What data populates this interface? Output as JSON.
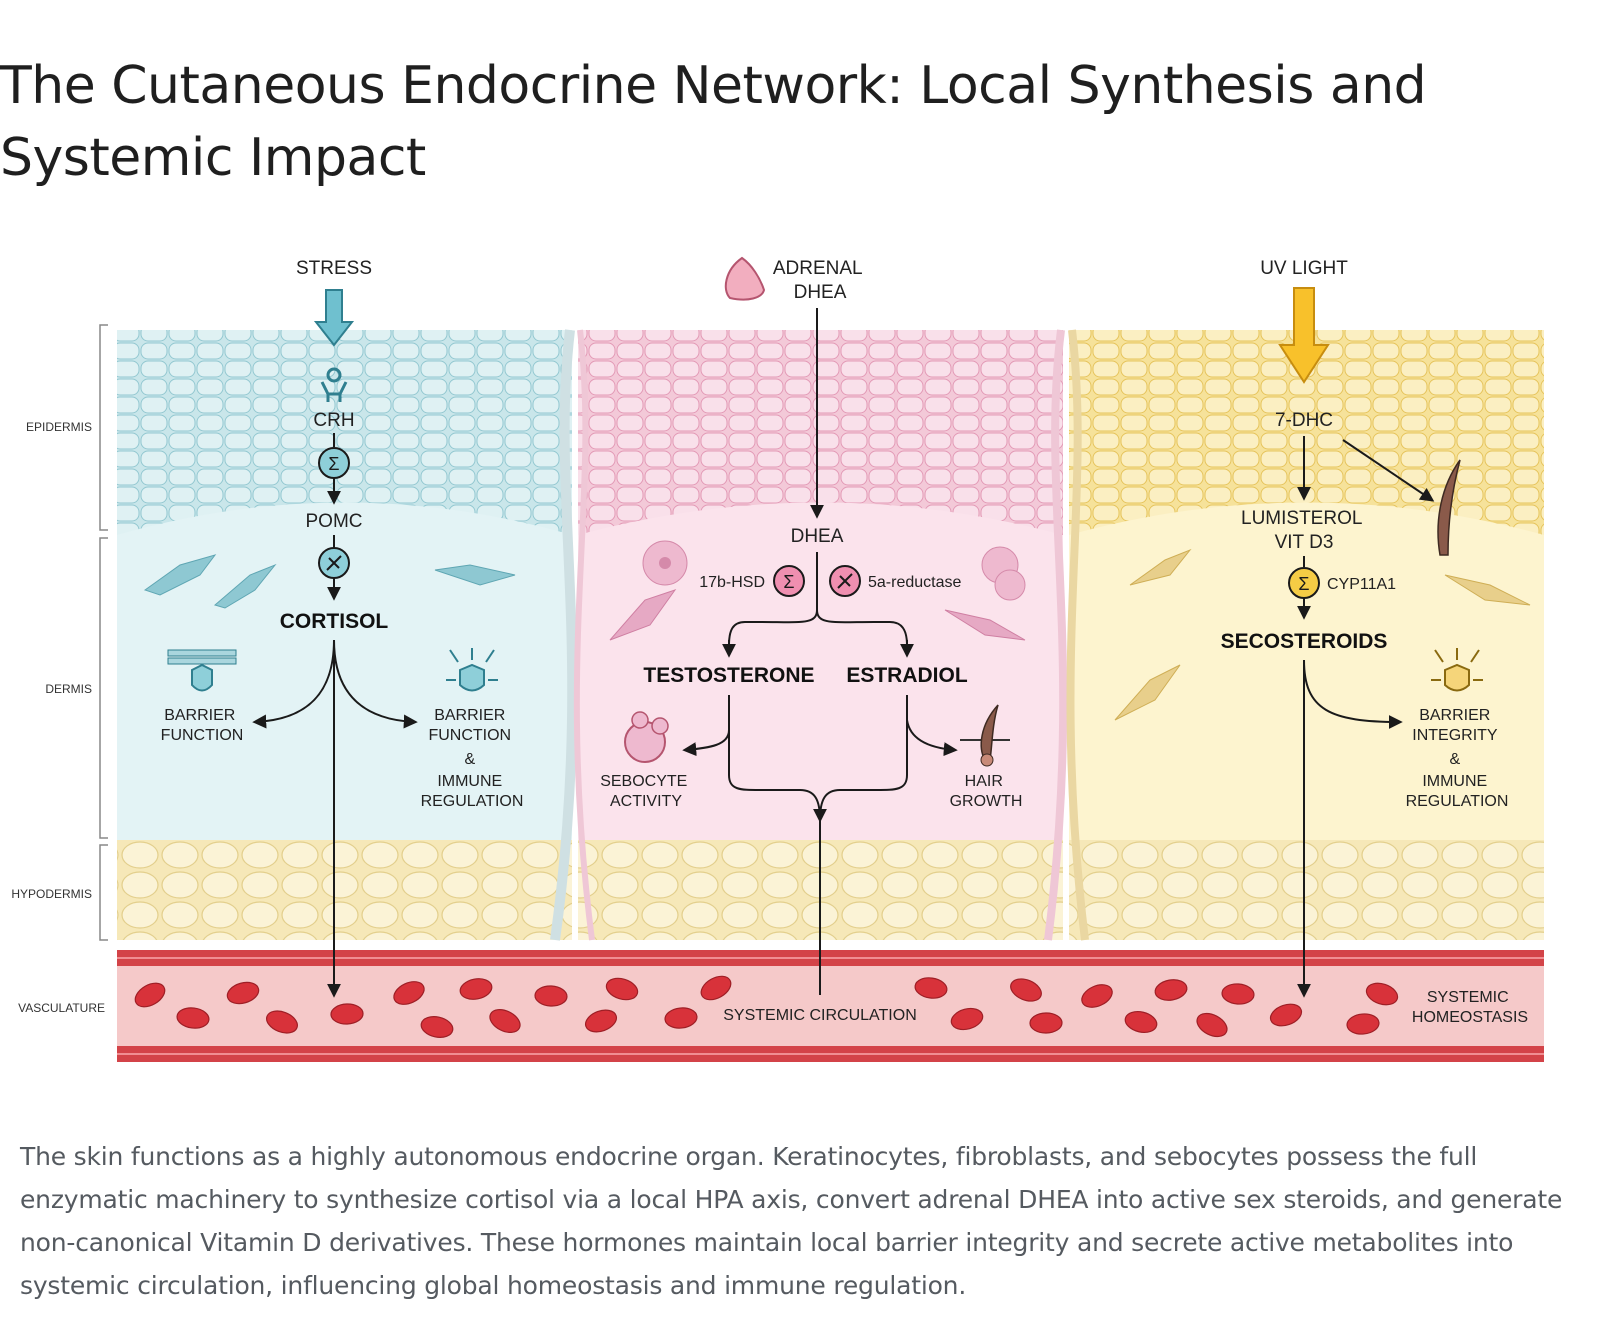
{
  "title": "The Cutaneous Endocrine Network: Local Synthesis and Systemic Impact",
  "layers": {
    "epidermis": "EPIDERMIS",
    "dermis": "DERMIS",
    "hypodermis": "HYPODERMIS",
    "vasculature": "VASCULATURE"
  },
  "panels": {
    "stress": {
      "trigger": "STRESS",
      "crh": "CRH",
      "pomc": "POMC",
      "cortisol": "CORTISOL",
      "barrier_left": [
        "BARRIER",
        "FUNCTION"
      ],
      "barrier_right": [
        "BARRIER",
        "FUNCTION",
        "&",
        "IMMUNE",
        "REGULATION"
      ]
    },
    "dhea": {
      "trigger": [
        "ADRENAL",
        "DHEA"
      ],
      "dhea": "DHEA",
      "enzyme_left": "17b-HSD",
      "enzyme_right": "5a-reductase",
      "testosterone": "TESTOSTERONE",
      "estradiol": "ESTRADIOL",
      "sebocyte": [
        "SEBOCYTE",
        "ACTIVITY"
      ],
      "hair": [
        "HAIR",
        "GROWTH"
      ]
    },
    "uv": {
      "trigger": "UV LIGHT",
      "dhc": "7-DHC",
      "lumisterol": [
        "LUMISTEROL",
        "VIT D3"
      ],
      "enzyme": "CYP11A1",
      "secosteroids": "SECOSTEROIDS",
      "barrier": [
        "BARRIER",
        "INTEGRITY",
        "&",
        "IMMUNE",
        "REGULATION"
      ]
    }
  },
  "vessel": {
    "circulation": "SYSTEMIC CIRCULATION",
    "homeostasis": [
      "SYSTEMIC",
      "HOMEOSTASIS"
    ]
  },
  "caption": "The skin functions as a highly autonomous endocrine organ. Keratinocytes, fibroblasts, and sebocytes possess the full enzymatic machinery to synthesize cortisol via a local HPA axis, convert adrenal DHEA into active sex steroids, and generate non-canonical Vitamin D derivatives. These hormones maintain local barrier integrity and secrete active metabolites into systemic circulation, influencing global homeostasis and immune regulation.",
  "colors": {
    "stress_bg": "#e3f3f5",
    "stress_epi": "#c3e3e8",
    "stress_accent": "#4aa3b4",
    "dhea_bg": "#fbe3ec",
    "dhea_epi": "#f3c1d3",
    "dhea_accent": "#d9487c",
    "uv_bg": "#fdf4cf",
    "uv_epi": "#f7e08e",
    "uv_accent": "#f2b61c",
    "fat": "#f8edbe",
    "vessel": "#f5c9c9",
    "rbc": "#d8323a"
  }
}
